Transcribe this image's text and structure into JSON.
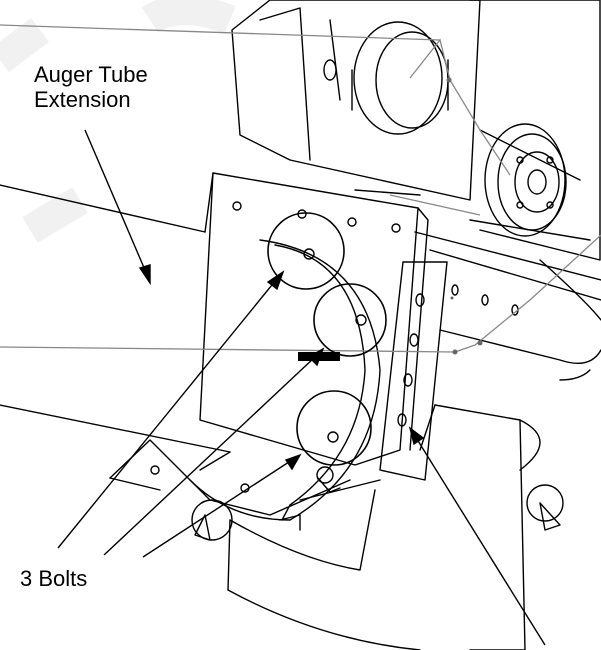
{
  "callouts": {
    "auger_tube_extension_line1": "Auger Tube",
    "auger_tube_extension_line2": "Extension",
    "three_bolts": "3 Bolts"
  }
}
